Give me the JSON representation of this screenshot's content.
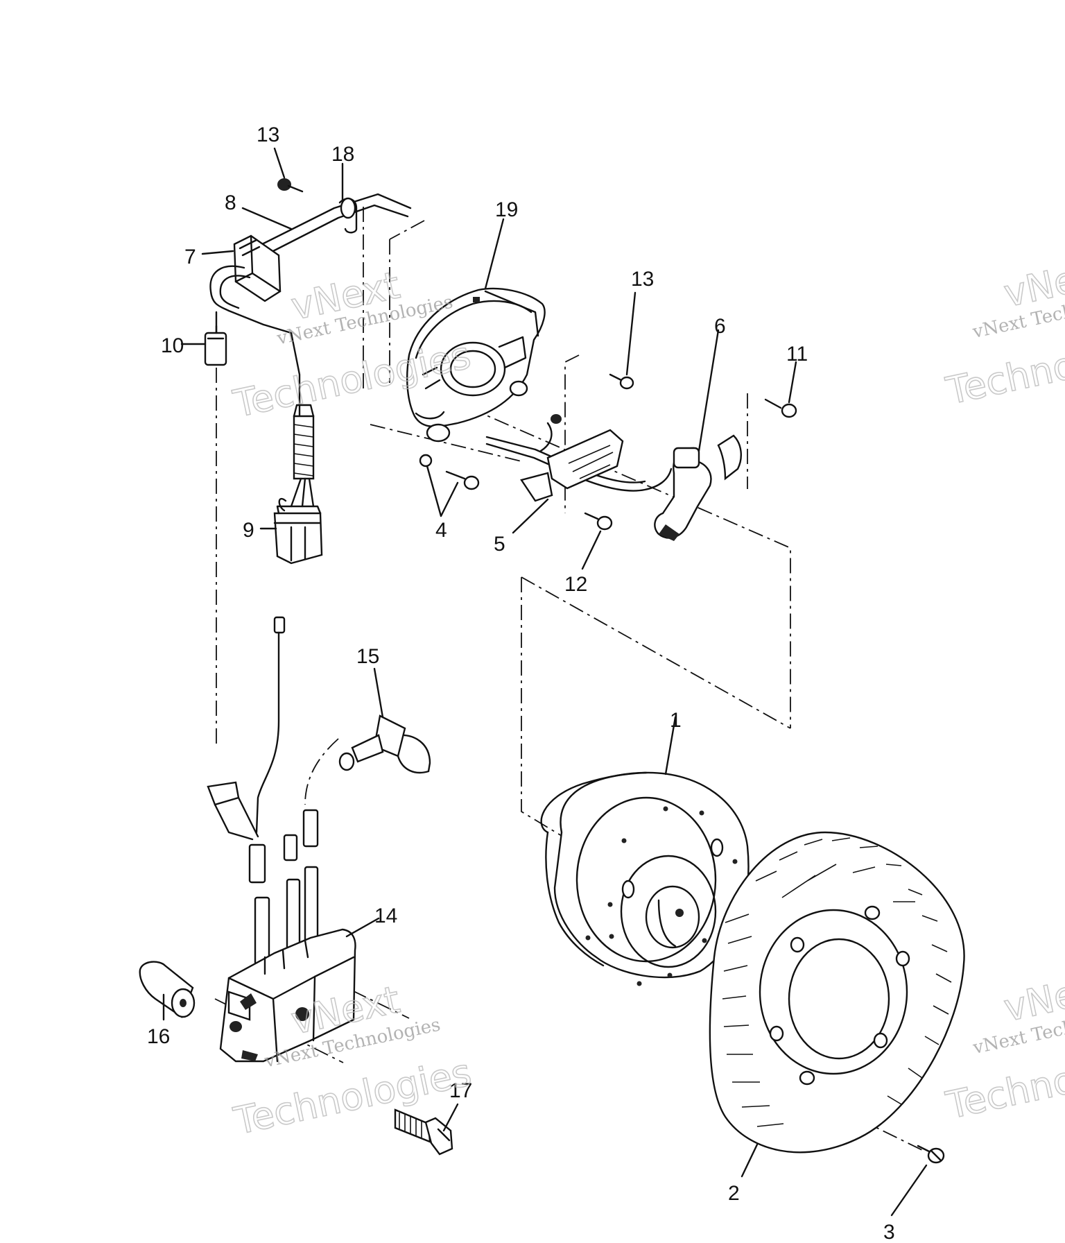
{
  "diagram": {
    "callouts": [
      {
        "id": "13a",
        "label": "13"
      },
      {
        "id": "18",
        "label": "18"
      },
      {
        "id": "8",
        "label": "8"
      },
      {
        "id": "7",
        "label": "7"
      },
      {
        "id": "10",
        "label": "10"
      },
      {
        "id": "19",
        "label": "19"
      },
      {
        "id": "13b",
        "label": "13"
      },
      {
        "id": "6",
        "label": "6"
      },
      {
        "id": "11",
        "label": "11"
      },
      {
        "id": "9",
        "label": "9"
      },
      {
        "id": "4",
        "label": "4"
      },
      {
        "id": "5",
        "label": "5"
      },
      {
        "id": "12",
        "label": "12"
      },
      {
        "id": "15",
        "label": "15"
      },
      {
        "id": "1",
        "label": "1"
      },
      {
        "id": "14",
        "label": "14"
      },
      {
        "id": "16",
        "label": "16"
      },
      {
        "id": "17",
        "label": "17"
      },
      {
        "id": "2",
        "label": "2"
      },
      {
        "id": "3",
        "label": "3"
      }
    ]
  },
  "watermark": {
    "line1": "vNext Technologies",
    "line2": "vNext",
    "line3": "Technologies"
  }
}
